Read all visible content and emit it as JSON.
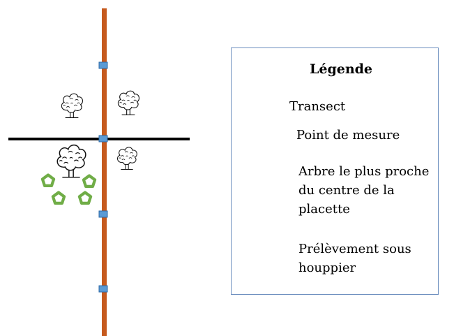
{
  "colors": {
    "transect": "#c65a1e",
    "legend_transect": "#ed7d31",
    "point": "#5b9bd5",
    "point_stroke": "#2e6aa6",
    "sample": "#70ad47",
    "crossline": "#000000",
    "legend_border": "#6d8fbf"
  },
  "icons": {
    "tree": "tree-icon",
    "sample": "pentagon-icon",
    "point": "square-icon"
  },
  "legend": {
    "title": "Légende",
    "items": [
      {
        "key": "transect",
        "label": "Transect"
      },
      {
        "key": "point",
        "label": "Point de mesure"
      },
      {
        "key": "tree",
        "label": "Arbre le plus proche du centre de la placette"
      },
      {
        "key": "sample",
        "label": "Prélèvement sous houppier"
      }
    ]
  }
}
